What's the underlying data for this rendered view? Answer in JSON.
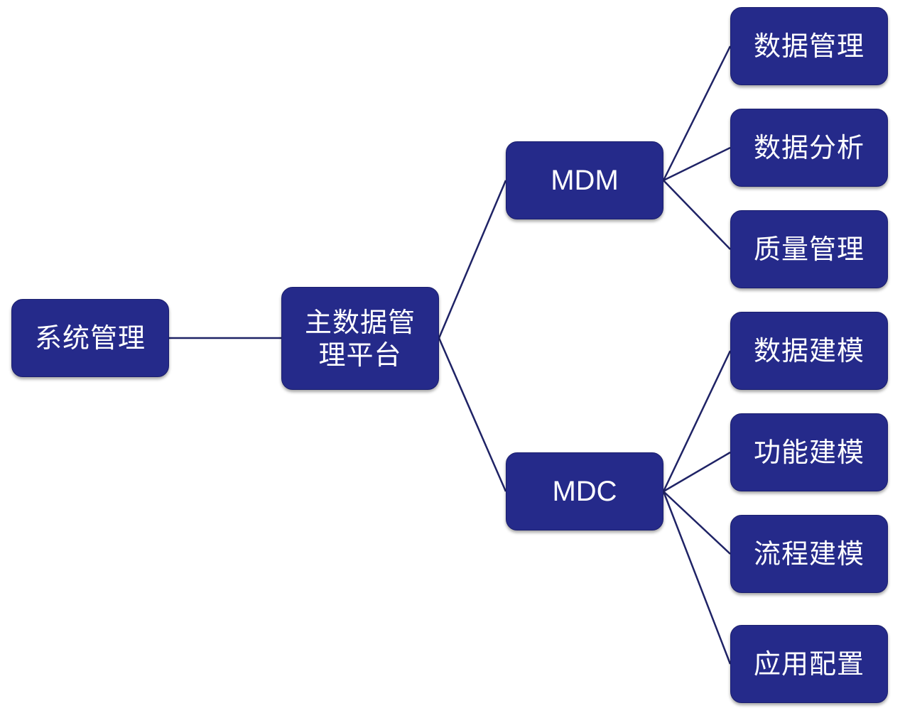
{
  "diagram": {
    "root": {
      "label": "系统管理"
    },
    "platform": {
      "label": "主数据管理平台"
    },
    "branches": [
      {
        "label": "MDM",
        "children": [
          "数据管理",
          "数据分析",
          "质量管理"
        ]
      },
      {
        "label": "MDC",
        "children": [
          "数据建模",
          "功能建模",
          "流程建模",
          "应用配置"
        ]
      }
    ],
    "colors": {
      "node_fill": "#252a8a",
      "node_text": "#ffffff",
      "connector": "#1f2366"
    }
  }
}
